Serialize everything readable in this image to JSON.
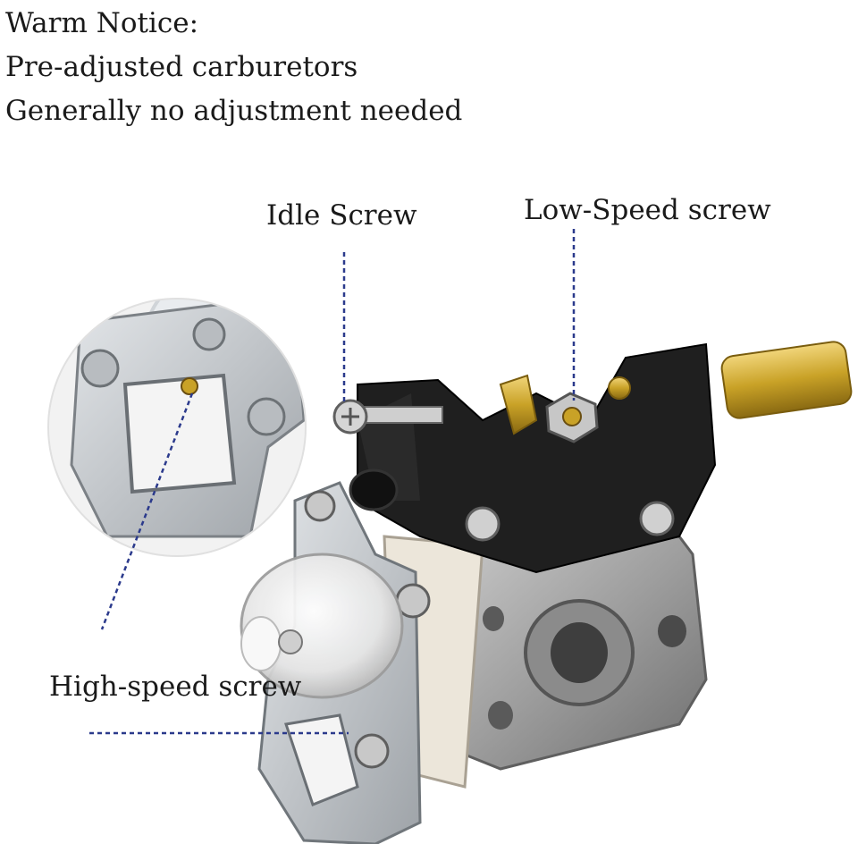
{
  "notice": {
    "line1": "Warm Notice:",
    "line2": "Pre-adjusted carburetors",
    "line3": "Generally no adjustment needed"
  },
  "callouts": {
    "idle": "Idle Screw",
    "low_speed": "Low-Speed screw",
    "high_speed": "High-speed screw"
  },
  "colors": {
    "leader_line": "#2b3a8c",
    "body_metal": "#9a9a9a",
    "black_plastic": "#1c1c1c",
    "brass": "#c9a227",
    "bracket": "#c4c8cc"
  }
}
